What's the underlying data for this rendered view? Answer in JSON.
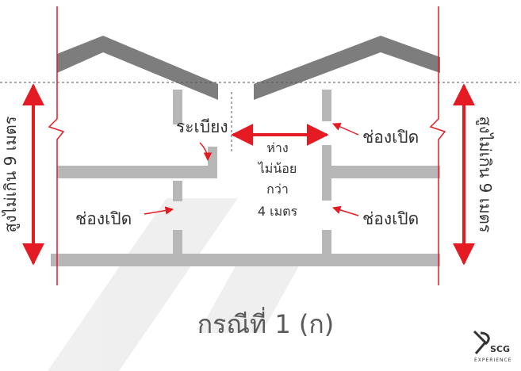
{
  "labels": {
    "balcony": "ระเบียง",
    "opening_left_lower": "ช่องเปิด",
    "opening_right_upper": "ช่องเปิด",
    "opening_right_lower": "ช่องเปิด",
    "distance_line1": "ห่าง",
    "distance_line2": "ไม่น้อย",
    "distance_line3": "กว่า",
    "distance_line4": "4 เมตร",
    "height_left": "สูงไม่เกิน 9 เมตร",
    "height_right": "สูงไม่เกิน 9 เมตร"
  },
  "caption": "กรณีที่ 1 (ก)",
  "logo": {
    "name": "SCG",
    "tagline": "EXPERIENCE"
  },
  "colors": {
    "accent_red": "#e41b23",
    "roof_gray": "#7d7d7d",
    "wall_gray": "#b7b7b7",
    "text_dark": "#333333"
  }
}
